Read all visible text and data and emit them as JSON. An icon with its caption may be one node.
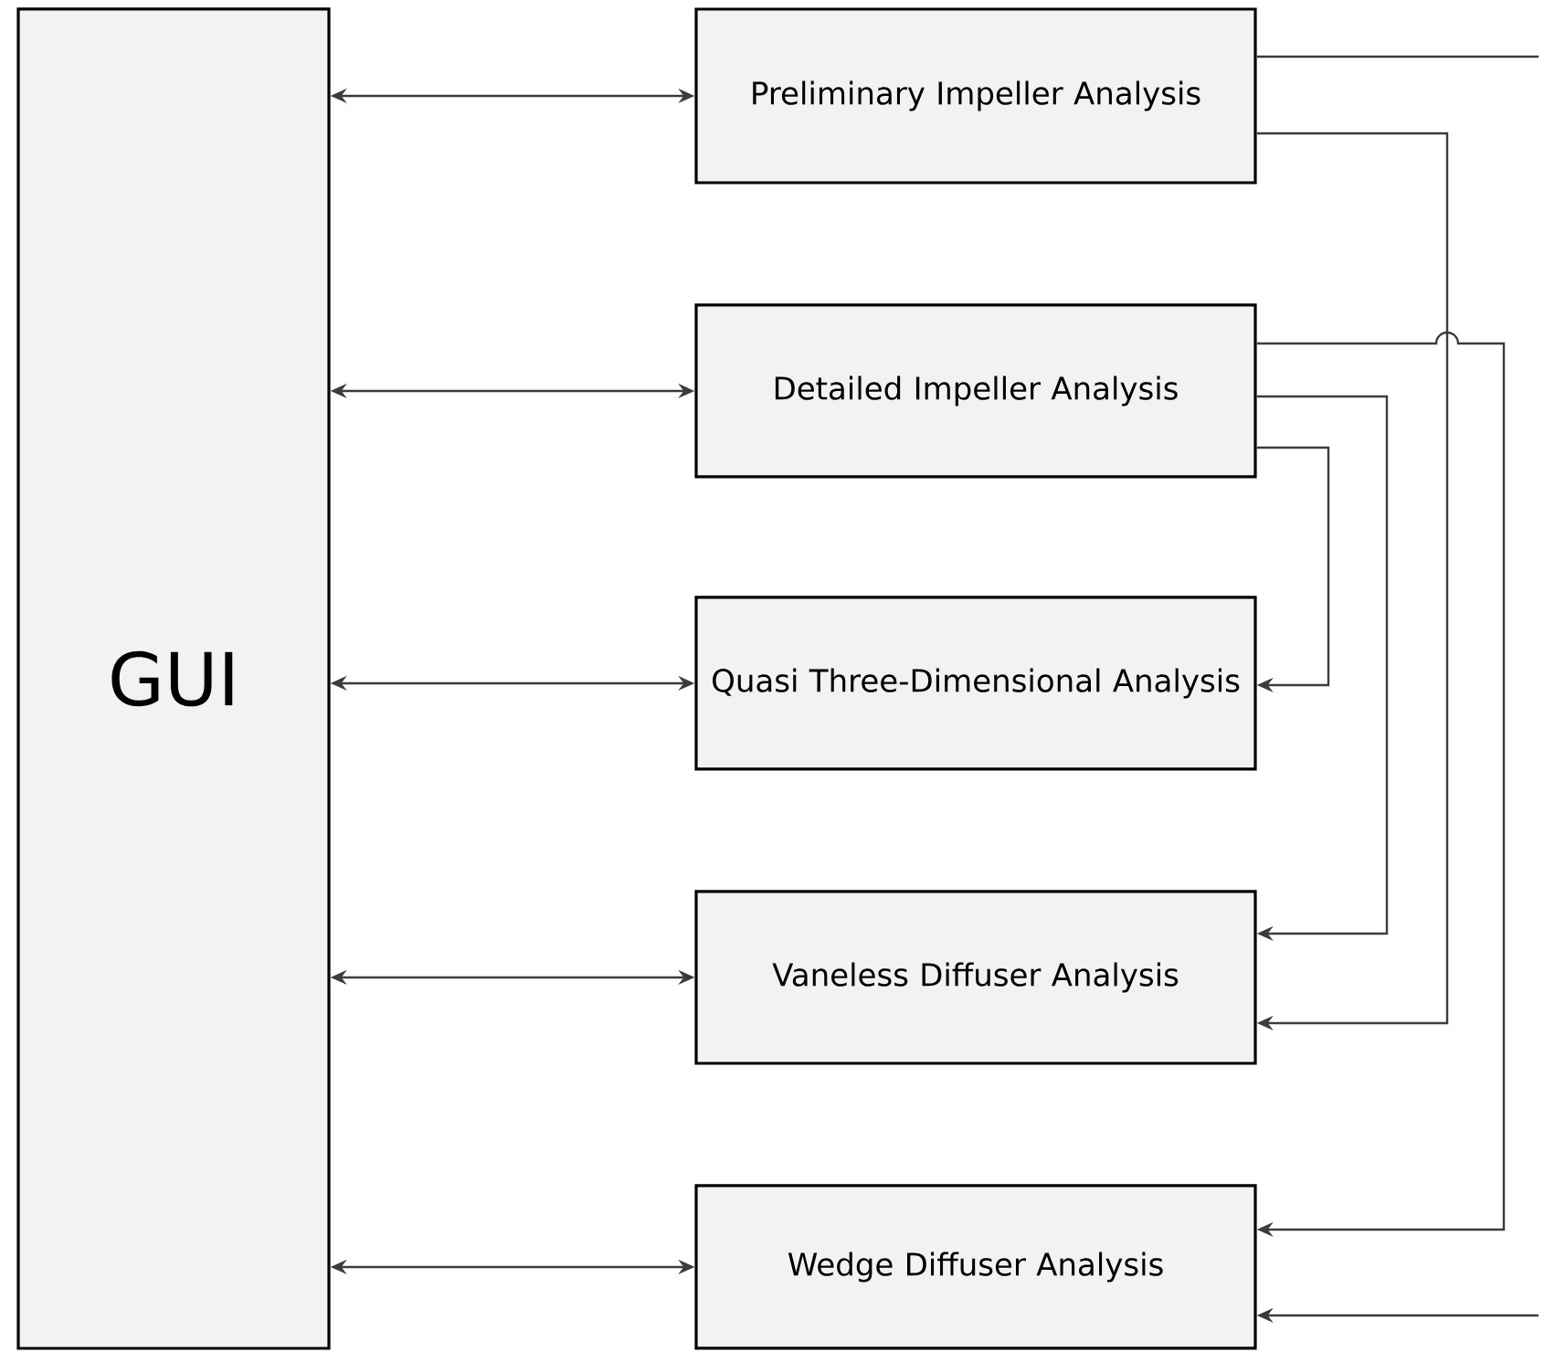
{
  "diagram": {
    "nodes": [
      {
        "text": [
          "GUI"
        ]
      },
      {
        "text": [
          "Preliminary Impeller Analysis"
        ]
      },
      {
        "text": [
          "Detailed Impeller Analysis"
        ]
      },
      {
        "text": [
          "Quasi Three-Dimensional Analysis"
        ]
      },
      {
        "text": [
          "Vaneless Diffuser Analysis"
        ]
      },
      {
        "text": [
          "Wedge Diffuser Analysis"
        ]
      }
    ],
    "edges": [
      {
        "from": 0,
        "to": 1,
        "arrow": "both"
      },
      {
        "from": 0,
        "to": 2,
        "arrow": "both"
      },
      {
        "from": 0,
        "to": 3,
        "arrow": "both"
      },
      {
        "from": 0,
        "to": 4,
        "arrow": "both"
      },
      {
        "from": 0,
        "to": 5,
        "arrow": "both"
      },
      {
        "from": 1,
        "to": null,
        "arrow": "none"
      },
      {
        "from": 1,
        "to": 4,
        "arrow": "to"
      },
      {
        "from": 2,
        "to": 5,
        "arrow": "to"
      },
      {
        "from": 2,
        "to": 4,
        "arrow": "to"
      },
      {
        "from": 2,
        "to": 3,
        "arrow": "to"
      },
      {
        "from": null,
        "to": 5,
        "arrow": "to"
      }
    ]
  }
}
